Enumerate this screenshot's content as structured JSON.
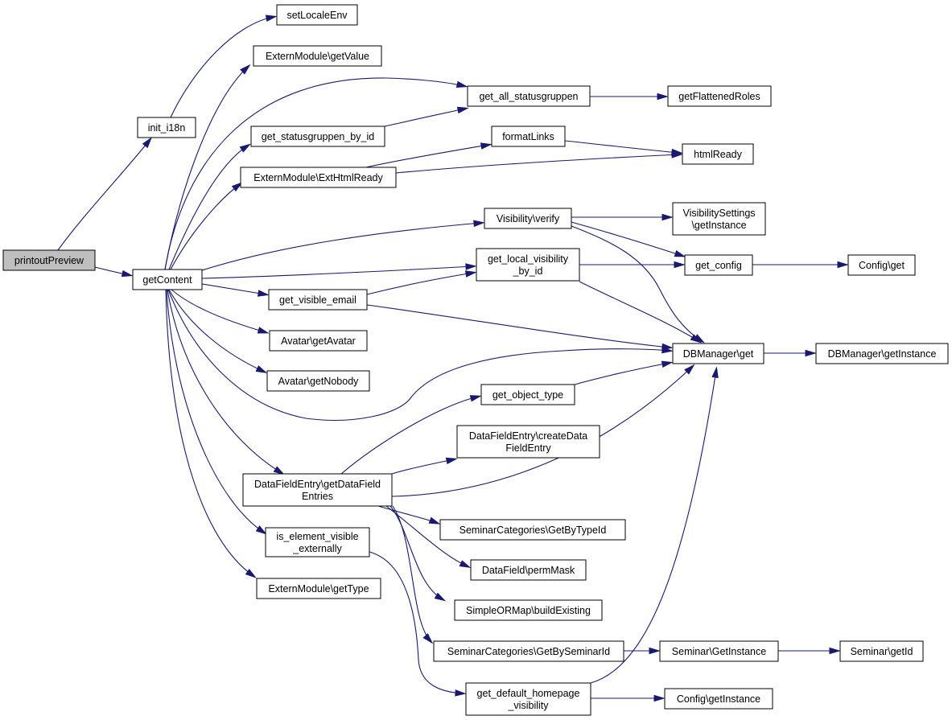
{
  "nodes": {
    "printoutPreview": [
      "printoutPreview"
    ],
    "getContent": [
      "getContent"
    ],
    "init_i18n": [
      "init_i18n"
    ],
    "setLocaleEnv": [
      "setLocaleEnv"
    ],
    "extern_getValue": [
      "ExternModule\\getValue"
    ],
    "get_all_statusgruppen": [
      "get_all_statusgruppen"
    ],
    "getFlattenedRoles": [
      "getFlattenedRoles"
    ],
    "get_statusgruppen_by_id": [
      "get_statusgruppen_by_id"
    ],
    "formatLinks": [
      "formatLinks"
    ],
    "htmlReady": [
      "htmlReady"
    ],
    "extern_ExtHtmlReady": [
      "ExternModule\\ExtHtmlReady"
    ],
    "visibility_verify": [
      "Visibility\\verify"
    ],
    "visibilitysettings_getInstance": [
      "VisibilitySettings",
      "\\getInstance"
    ],
    "get_local_visibility_by_id": [
      "get_local_visibility",
      "_by_id"
    ],
    "get_config": [
      "get_config"
    ],
    "config_get": [
      "Config\\get"
    ],
    "get_visible_email": [
      "get_visible_email"
    ],
    "avatar_getAvatar": [
      "Avatar\\getAvatar"
    ],
    "dbmanager_get": [
      "DBManager\\get"
    ],
    "dbmanager_getInstance": [
      "DBManager\\getInstance"
    ],
    "avatar_getNobody": [
      "Avatar\\getNobody"
    ],
    "get_object_type": [
      "get_object_type"
    ],
    "datafieldentry_createDataFieldEntry": [
      "DataFieldEntry\\createData",
      "FieldEntry"
    ],
    "datafieldentry_getDataFieldEntries": [
      "DataFieldEntry\\getDataField",
      "Entries"
    ],
    "seminarcategories_GetByTypeId": [
      "SeminarCategories\\GetByTypeId"
    ],
    "is_element_visible_externally": [
      "is_element_visible",
      "_externally"
    ],
    "datafield_permMask": [
      "DataField\\permMask"
    ],
    "extern_getType": [
      "ExternModule\\getType"
    ],
    "simpleormap_buildExisting": [
      "SimpleORMap\\buildExisting"
    ],
    "seminarcategories_GetBySeminarId": [
      "SeminarCategories\\GetBySeminarId"
    ],
    "seminar_GetInstance": [
      "Seminar\\GetInstance"
    ],
    "seminar_getId": [
      "Seminar\\getId"
    ],
    "get_default_homepage_visibility": [
      "get_default_homepage",
      "_visibility"
    ],
    "config_getInstance": [
      "Config\\getInstance"
    ]
  },
  "colors": {
    "edge": "#191970",
    "node_border": "#000000",
    "node_fill": "#ffffff",
    "current_node_fill": "#bfbfbf"
  }
}
